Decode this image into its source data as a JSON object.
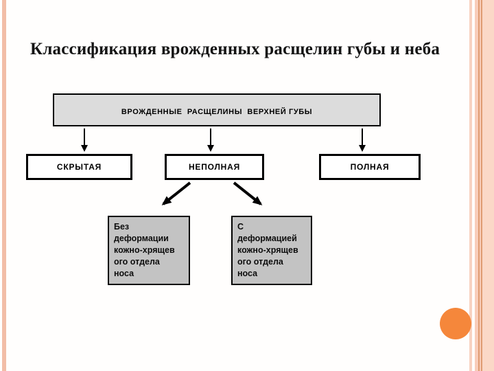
{
  "slide": {
    "title": "Классификация врожденных расщелин губы и неба"
  },
  "diagram": {
    "root": {
      "label": "ВРОЖДЕННЫЕ  РАСЩЕЛИНЫ  ВЕРХНЕЙ ГУБЫ"
    },
    "children": [
      {
        "label": "СКРЫТАЯ"
      },
      {
        "label": "НЕПОЛНАЯ"
      },
      {
        "label": "ПОЛНАЯ"
      }
    ],
    "leaves": [
      {
        "text": "Без\nдеформации\nкожно-хрящев\nого отдела\nноса"
      },
      {
        "text": "С\nдеформацией\nкожно-хрящев\nого отдела\nноса"
      }
    ]
  },
  "colors": {
    "stripe-salmon": "#F2BDA7",
    "stripe-peach-light": "#F8D2C1",
    "stripe-peach": "#F8CDBA",
    "stripe-peach-wide": "#FBD8C7",
    "stripe-line-dark": "#DF9C73",
    "circle-orange": "#F5873B",
    "box-gray-light": "#DCDCDC",
    "box-gray": "#C3C3C3"
  }
}
